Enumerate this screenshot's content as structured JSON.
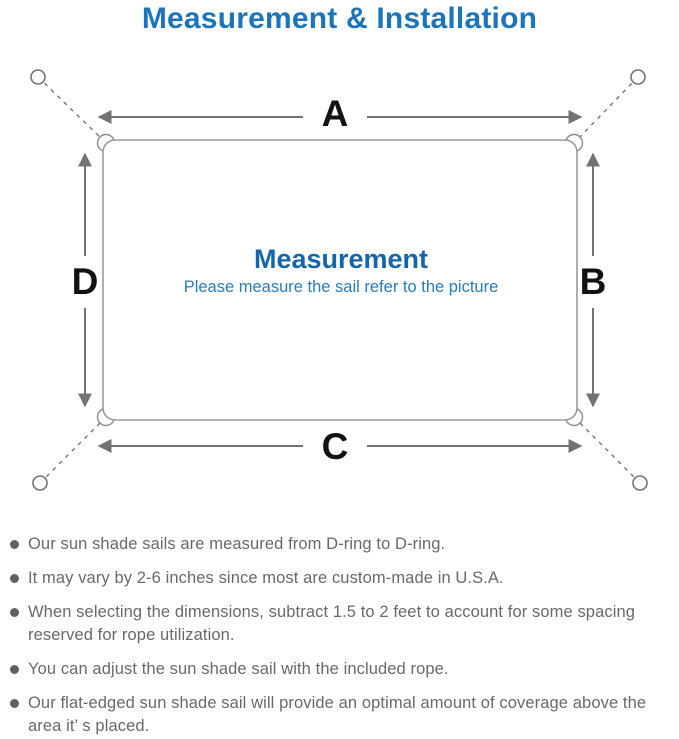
{
  "page": {
    "title": "Measurement & Installation"
  },
  "diagram": {
    "dimension_labels": {
      "top": "A",
      "right": "B",
      "bottom": "C",
      "left": "D"
    },
    "center": {
      "heading": "Measurement",
      "subtitle": "Please measure the sail refer to the picture"
    }
  },
  "notes": [
    "Our sun shade sails are measured from D-ring to D-ring.",
    "It may vary by 2-6 inches since most are custom-made in U.S.A.",
    "When selecting the dimensions, subtract 1.5 to 2 feet to account for some spacing reserved for rope utilization.",
    "You can adjust the sun shade sail with the included rope.",
    "Our flat-edged sun shade sail will provide an optimal amount of coverage above the area it’ s placed."
  ],
  "colors": {
    "title_blue": "#1b74bc",
    "heading_blue": "#1565ab",
    "subtitle_blue": "#2b7cba",
    "line_gray": "#737373",
    "note_gray": "#696969"
  }
}
